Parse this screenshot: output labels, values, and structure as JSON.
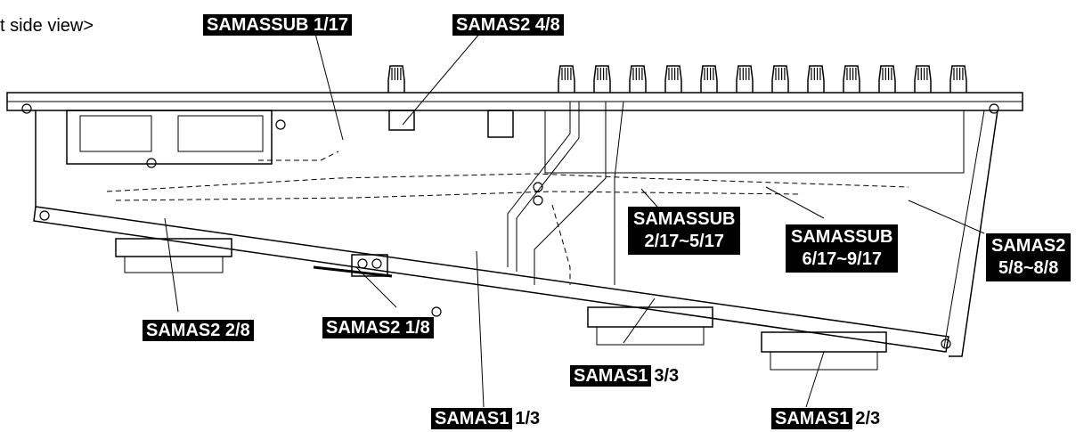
{
  "view_caption": "t side view>",
  "labels": {
    "samassub_1_17": "SAMASSUB 1/17",
    "samas2_4_8": "SAMAS2 4/8",
    "samassub_2_5_line1": "SAMASSUB",
    "samassub_2_5_line2": "2/17~5/17",
    "samassub_6_9_line1": "SAMASSUB",
    "samassub_6_9_line2": "6/17~9/17",
    "samas2_5_8_line1": "SAMAS2",
    "samas2_5_8_line2": "5/8~8/8",
    "samas2_2_8": "SAMAS2 2/8",
    "samas2_1_8": "SAMAS2 1/8",
    "samas1_3_3_name": "SAMAS1",
    "samas1_3_3_num": "3/3",
    "samas1_1_3_name": "SAMAS1",
    "samas1_1_3_num": "1/3",
    "samas1_2_3_name": "SAMAS1",
    "samas1_2_3_num": "2/3"
  },
  "colors": {
    "line": "#000000",
    "label_bg": "#000000",
    "label_text": "#ffffff"
  }
}
